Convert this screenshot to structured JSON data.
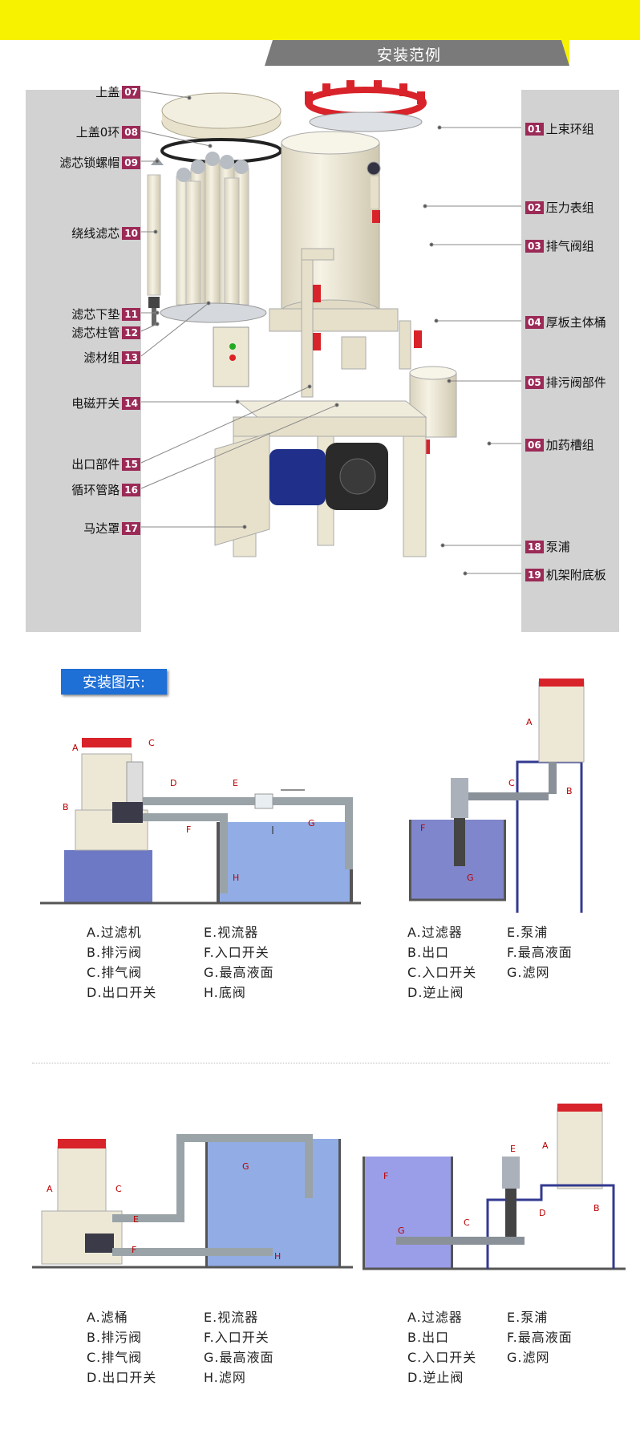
{
  "header": {
    "title": "安装范例"
  },
  "parts_left": [
    {
      "label": "上盖",
      "num": "07"
    },
    {
      "label": "上盖0环",
      "num": "08"
    },
    {
      "label": "滤芯锁螺帽",
      "num": "09"
    },
    {
      "label": "绕线滤芯",
      "num": "10"
    },
    {
      "label": "滤芯下垫",
      "num": "11"
    },
    {
      "label": "滤芯柱管",
      "num": "12"
    },
    {
      "label": "滤材组",
      "num": "13"
    },
    {
      "label": "电磁开关",
      "num": "14"
    },
    {
      "label": "出口部件",
      "num": "15"
    },
    {
      "label": "循环管路",
      "num": "16"
    },
    {
      "label": "马达罩",
      "num": "17"
    }
  ],
  "parts_right": [
    {
      "label": "上束环组",
      "num": "01"
    },
    {
      "label": "压力表组",
      "num": "02"
    },
    {
      "label": "排气阀组",
      "num": "03"
    },
    {
      "label": "厚板主体桶",
      "num": "04"
    },
    {
      "label": "排污阀部件",
      "num": "05"
    },
    {
      "label": "加药槽组",
      "num": "06"
    },
    {
      "label": "泵浦",
      "num": "18"
    },
    {
      "label": "机架附底板",
      "num": "19"
    }
  ],
  "install": {
    "title": "安装图示:"
  },
  "legend1_left": [
    "A.过滤机",
    "B.排污阀",
    "C.排气阀",
    "D.出口开关"
  ],
  "legend1_mid": [
    "E.视流器",
    "F.入口开关",
    "G.最高液面",
    "H.底阀"
  ],
  "legend2_left": [
    "A.过滤器",
    "B.出口",
    "C.入口开关",
    "D.逆止阀"
  ],
  "legend2_mid": [
    "E.泵浦",
    "F.最高液面",
    "G.滤网"
  ],
  "legend3_left": [
    "A.滤桶",
    "B.排污阀",
    "C.排气阀",
    "D.出口开关"
  ],
  "legend3_mid": [
    "E.视流器",
    "F.入口开关",
    "G.最高液面",
    "H.滤网"
  ],
  "legend4_left": [
    "A.过滤器",
    "B.出口",
    "C.入口开关",
    "D.逆止阀"
  ],
  "legend4_mid": [
    "E.泵浦",
    "F.最高液面",
    "G.滤网"
  ],
  "diagram_letters": {
    "a": "A",
    "b": "B",
    "c": "C",
    "d": "D",
    "e": "E",
    "f": "F",
    "g": "G",
    "h": "H"
  },
  "colors": {
    "yellow": "#f7f200",
    "banner": "#7a7a7a",
    "tag": "#9b2a57",
    "water": "#7f9fe0",
    "tank": "#6d79c4",
    "body": "#ede8d6",
    "red": "#d8232a"
  }
}
